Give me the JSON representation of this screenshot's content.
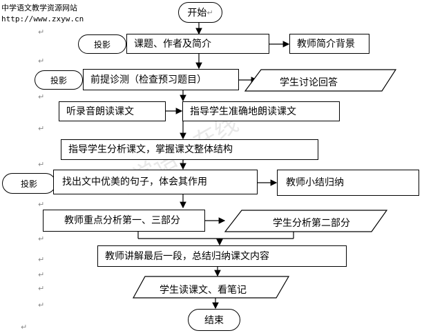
{
  "header": {
    "line1": "中学语文教学资源网站",
    "line2": "http://www.zxyw.cn"
  },
  "watermark": "中学语文在线",
  "nodes": {
    "start": "开始",
    "title_author": "课题、作者及简介",
    "teacher_bg": "教师简介背景",
    "pretest": "前提诊测（检查预习题目）",
    "student_discuss": "学生讨论回答",
    "listen": "听录音朗读课文",
    "guide_read": "指导学生准确地朗读课文",
    "guide_analyze": "指导学生分析课文，掌握课文整体结构",
    "find_sentences": "找出文中优美的句子，体会其作用",
    "teacher_summary": "教师小结归纳",
    "teacher_focus": "教师重点分析第一、三部分",
    "student_part2": "学生分析第二部分",
    "teacher_last": "教师讲解最后一段，总结归纳课文内容",
    "student_read": "学生读课文、看笔记",
    "end": "结束"
  },
  "projection_label": "投影",
  "para_mark": "↵"
}
